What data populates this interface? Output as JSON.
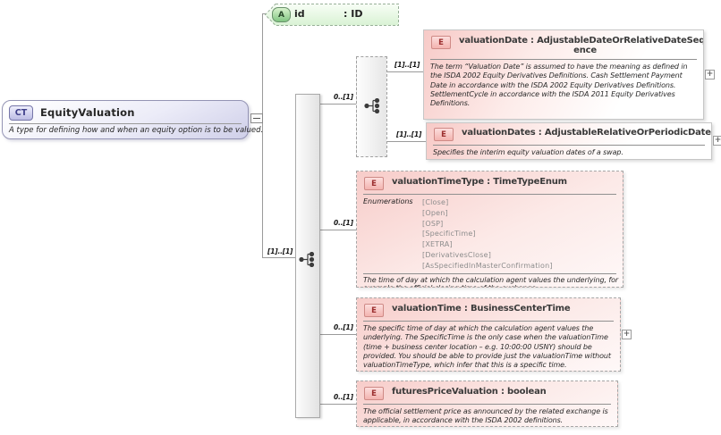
{
  "complex_type": {
    "badge": "CT",
    "name": "EquityValuation",
    "description": "A type for defining how and when an equity option is to be valued."
  },
  "attribute": {
    "badge": "A",
    "name": "id",
    "type_label": ": ID"
  },
  "connectors": {
    "root_cardinality": "[1]..[1]",
    "to_choice_group": "0..[1]",
    "choice_to_valuation_date": "[1]..[1]",
    "choice_to_valuation_dates": "[1]..[1]",
    "to_valuation_time_type": "0..[1]",
    "to_valuation_time": "0..[1]",
    "to_futures_price_valuation": "0..[1]"
  },
  "elements": {
    "valuation_date": {
      "badge": "E",
      "label_lines": [
        "valuationDate : AdjustableDateOrRelativeDateSequ",
        "ence"
      ],
      "description": "The term “Valuation Date” is assumed to have the meaning as defined in the ISDA 2002 Equity Derivatives Definitions. Cash Settlement Payment Date in accordance with the ISDA 2002 Equity Derivatives Definitions. SettlementCycle in accordance with the ISDA 2011 Equity Derivatives Definitions.",
      "expand_glyph": "+"
    },
    "valuation_dates": {
      "badge": "E",
      "label": "valuationDates : AdjustableRelativeOrPeriodicDates",
      "description": "Specifies the interim equity valuation dates of a swap.",
      "expand_glyph": "+"
    },
    "valuation_time_type": {
      "badge": "E",
      "label": "valuationTimeType : TimeTypeEnum",
      "enumerations_label": "Enumerations",
      "enumerations": [
        "[Close]",
        "[Open]",
        "[OSP]",
        "[SpecificTime]",
        "[XETRA]",
        "[DerivativesClose]",
        "[AsSpecifiedInMasterConfirmation]"
      ],
      "description": "The time of day at which the calculation agent values the underlying, for example the official closing time of the exchange."
    },
    "valuation_time": {
      "badge": "E",
      "label": "valuationTime : BusinessCenterTime",
      "description": "The specific time of day at which the calculation agent values the underlying. The SpecificTime is the only case when the valuationTime (time + business center location – e.g. 10:00:00 USNY) should be provided. You should be able to provide just the valuationTime without valuationTimeType, which infer that this is a specific time.",
      "expand_glyph": "+"
    },
    "futures_price_valuation": {
      "badge": "E",
      "label": "futuresPriceValuation : boolean",
      "description": "The official settlement price as announced by the related exchange is applicable, in accordance with the ISDA 2002 definitions."
    }
  }
}
